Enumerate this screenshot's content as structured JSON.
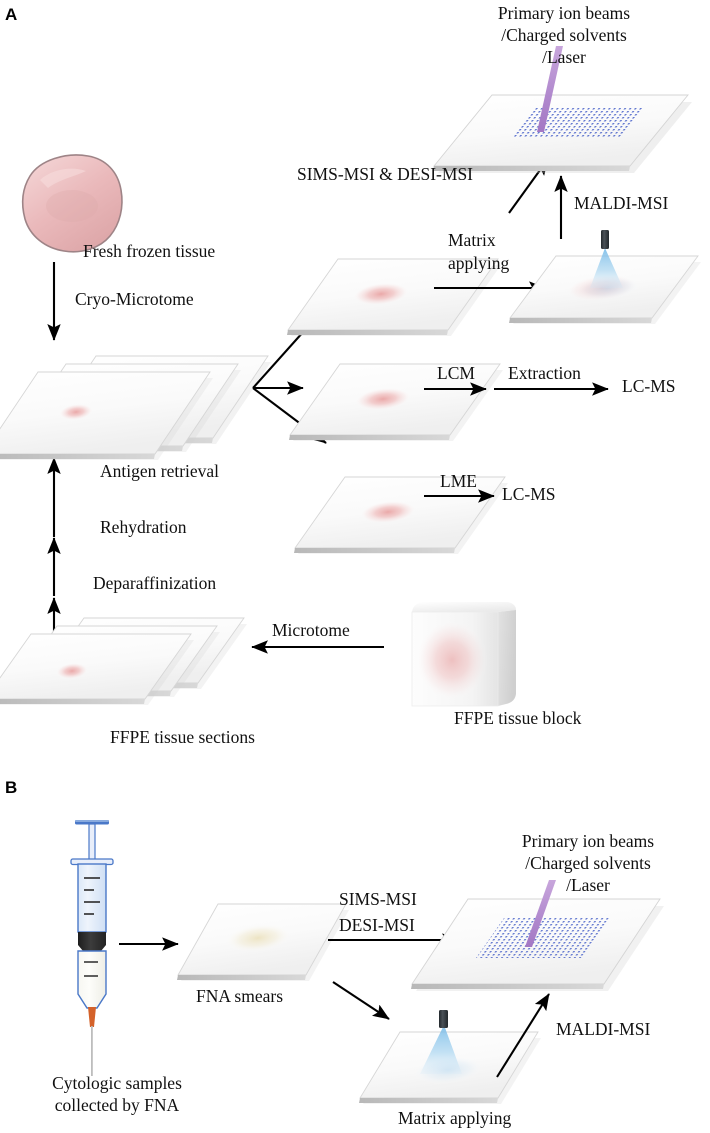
{
  "figure": {
    "panels": [
      {
        "letter": "A"
      },
      {
        "letter": "B"
      }
    ]
  },
  "panel_a": {
    "labels": {
      "beam_source": "Primary ion beams\n/Charged solvents\n/Laser",
      "beam_source_line1": "Primary ion beams",
      "beam_source_line2": "/Charged solvents",
      "beam_source_line3": "/Laser",
      "sims_desi": "SIMS-MSI & DESI-MSI",
      "maldi": "MALDI-MSI",
      "matrix_line1": "Matrix",
      "matrix_line2": "applying",
      "fresh_frozen": "Fresh frozen tissue",
      "cryo_microtome": "Cryo-Microtome",
      "antigen_retrieval": "Antigen retrieval",
      "rehydration": "Rehydration",
      "deparaffinization": "Deparaffinization",
      "lcm": "LCM",
      "extraction": "Extraction",
      "lcms_top": "LC-MS",
      "lme": "LME",
      "lcms_bottom": "LC-MS",
      "microtome": "Microtome",
      "ffpe_sections": "FFPE tissue sections",
      "ffpe_block": "FFPE tissue block"
    }
  },
  "panel_b": {
    "labels": {
      "beam_source_line1": "Primary ion beams",
      "beam_source_line2": "/Charged solvents",
      "beam_source_line3": "/Laser",
      "sims": "SIMS-MSI",
      "desi": "DESI-MSI",
      "maldi": "MALDI-MSI",
      "fna_smears": "FNA smears",
      "cytologic_line1": "Cytologic samples",
      "cytologic_line2": "collected by FNA",
      "matrix_applying": "Matrix applying"
    }
  },
  "colors": {
    "tissue_pink": "#e8b5b5",
    "tissue_pink_light": "#f2d3d3",
    "slide_white": "#fbfbfb",
    "slide_edge": "#c9c9c9",
    "grid_blue": "#4a63c8",
    "beam_purple": "#b48ad0",
    "spray_blue": "#8fc4e8",
    "nozzle_dark": "#3a3f44",
    "syringe_blue": "#3f6fc4",
    "syringe_tip_orange": "#d4622a",
    "needle_gray": "#b9b9b9",
    "smear_yellow": "#efe6c8",
    "arrow_black": "#000000",
    "text_black": "#111111"
  },
  "icons": {
    "tissue": "tissue-blob-icon",
    "slide": "microscope-slide-icon",
    "grid": "msi-raster-grid-icon",
    "beam": "ion-beam-icon",
    "nozzle": "matrix-sprayer-icon",
    "cube": "ffpe-block-icon",
    "syringe": "fna-syringe-icon",
    "arrow": "arrow-icon"
  }
}
